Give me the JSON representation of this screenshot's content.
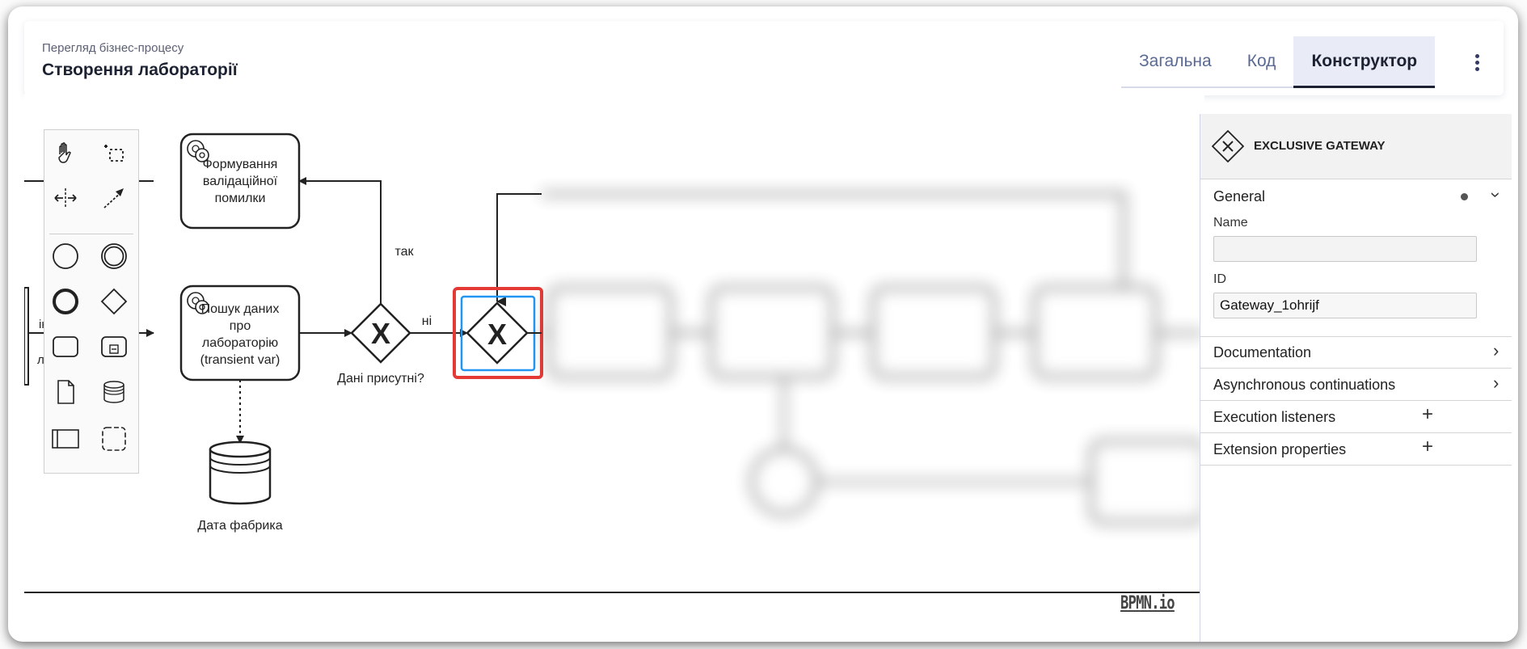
{
  "header": {
    "subtitle": "Перегляд бізнес-процесу",
    "title": "Створення лабораторії",
    "tabs": [
      {
        "label": "Загальна",
        "active": false
      },
      {
        "label": "Код",
        "active": false
      },
      {
        "label": "Конструктор",
        "active": true
      }
    ]
  },
  "diagram": {
    "task_validation_error": [
      "Формування",
      "валідаційної",
      "помилки"
    ],
    "task_search": [
      "Пошук даних",
      "про",
      "лабораторію",
      "(transient var)"
    ],
    "gateway_label": "Дані присутні?",
    "flow_yes": "так",
    "flow_no": "ні",
    "data_store_label": "Дата фабрика",
    "clipped_text_1": "ін",
    "clipped_text_2": "ла"
  },
  "branding": "BPMN.io",
  "properties": {
    "element_type": "EXCLUSIVE GATEWAY",
    "general_title": "General",
    "name_label": "Name",
    "name_value": "",
    "id_label": "ID",
    "id_value": "Gateway_1ohrijf",
    "sections": [
      "Documentation",
      "Asynchronous continuations",
      "Execution listeners",
      "Extension properties"
    ]
  },
  "colors": {
    "selection_outer": "#e53935",
    "selection_inner": "#2196f3",
    "tab_active_bg": "#e9ecf7",
    "accent": "#333a63"
  }
}
